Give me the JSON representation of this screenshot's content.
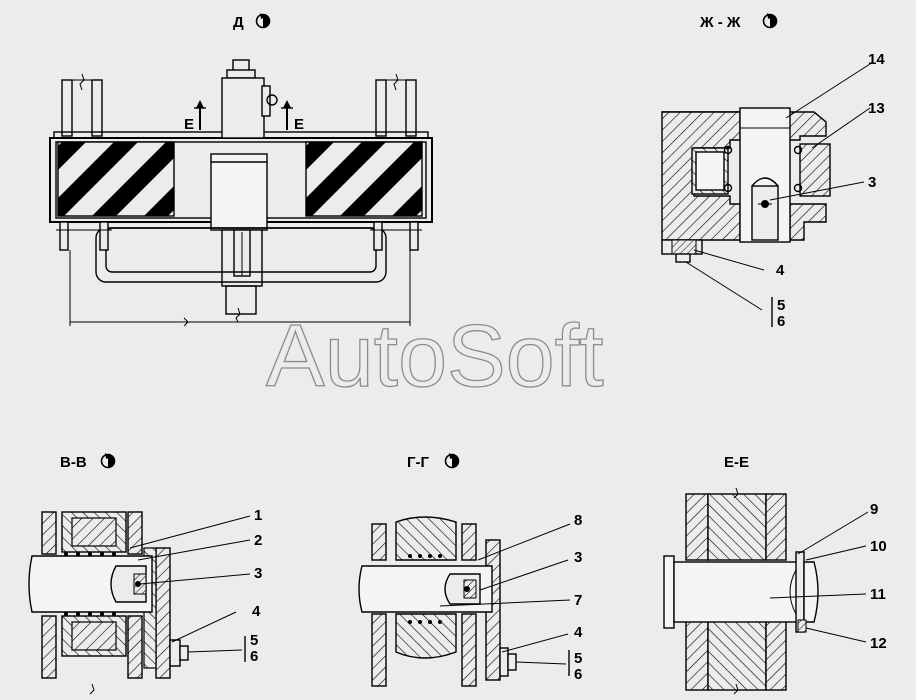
{
  "watermark": "AutoSoft",
  "views": {
    "d": {
      "title": "Д",
      "section_mark": "Е"
    },
    "zh": {
      "title": "Ж - Ж"
    },
    "v": {
      "title": "В-В"
    },
    "g": {
      "title": "Г-Г"
    },
    "e": {
      "title": "Е-Е"
    }
  },
  "callouts": {
    "zh": [
      "14",
      "13",
      "3",
      "4",
      "5",
      "6"
    ],
    "v": [
      "1",
      "2",
      "3",
      "4",
      "5",
      "6"
    ],
    "g": [
      "8",
      "3",
      "7",
      "4",
      "5",
      "6"
    ],
    "e": [
      "9",
      "10",
      "11",
      "12"
    ]
  },
  "icons": {
    "view_mark": "rotation-sign-icon"
  }
}
